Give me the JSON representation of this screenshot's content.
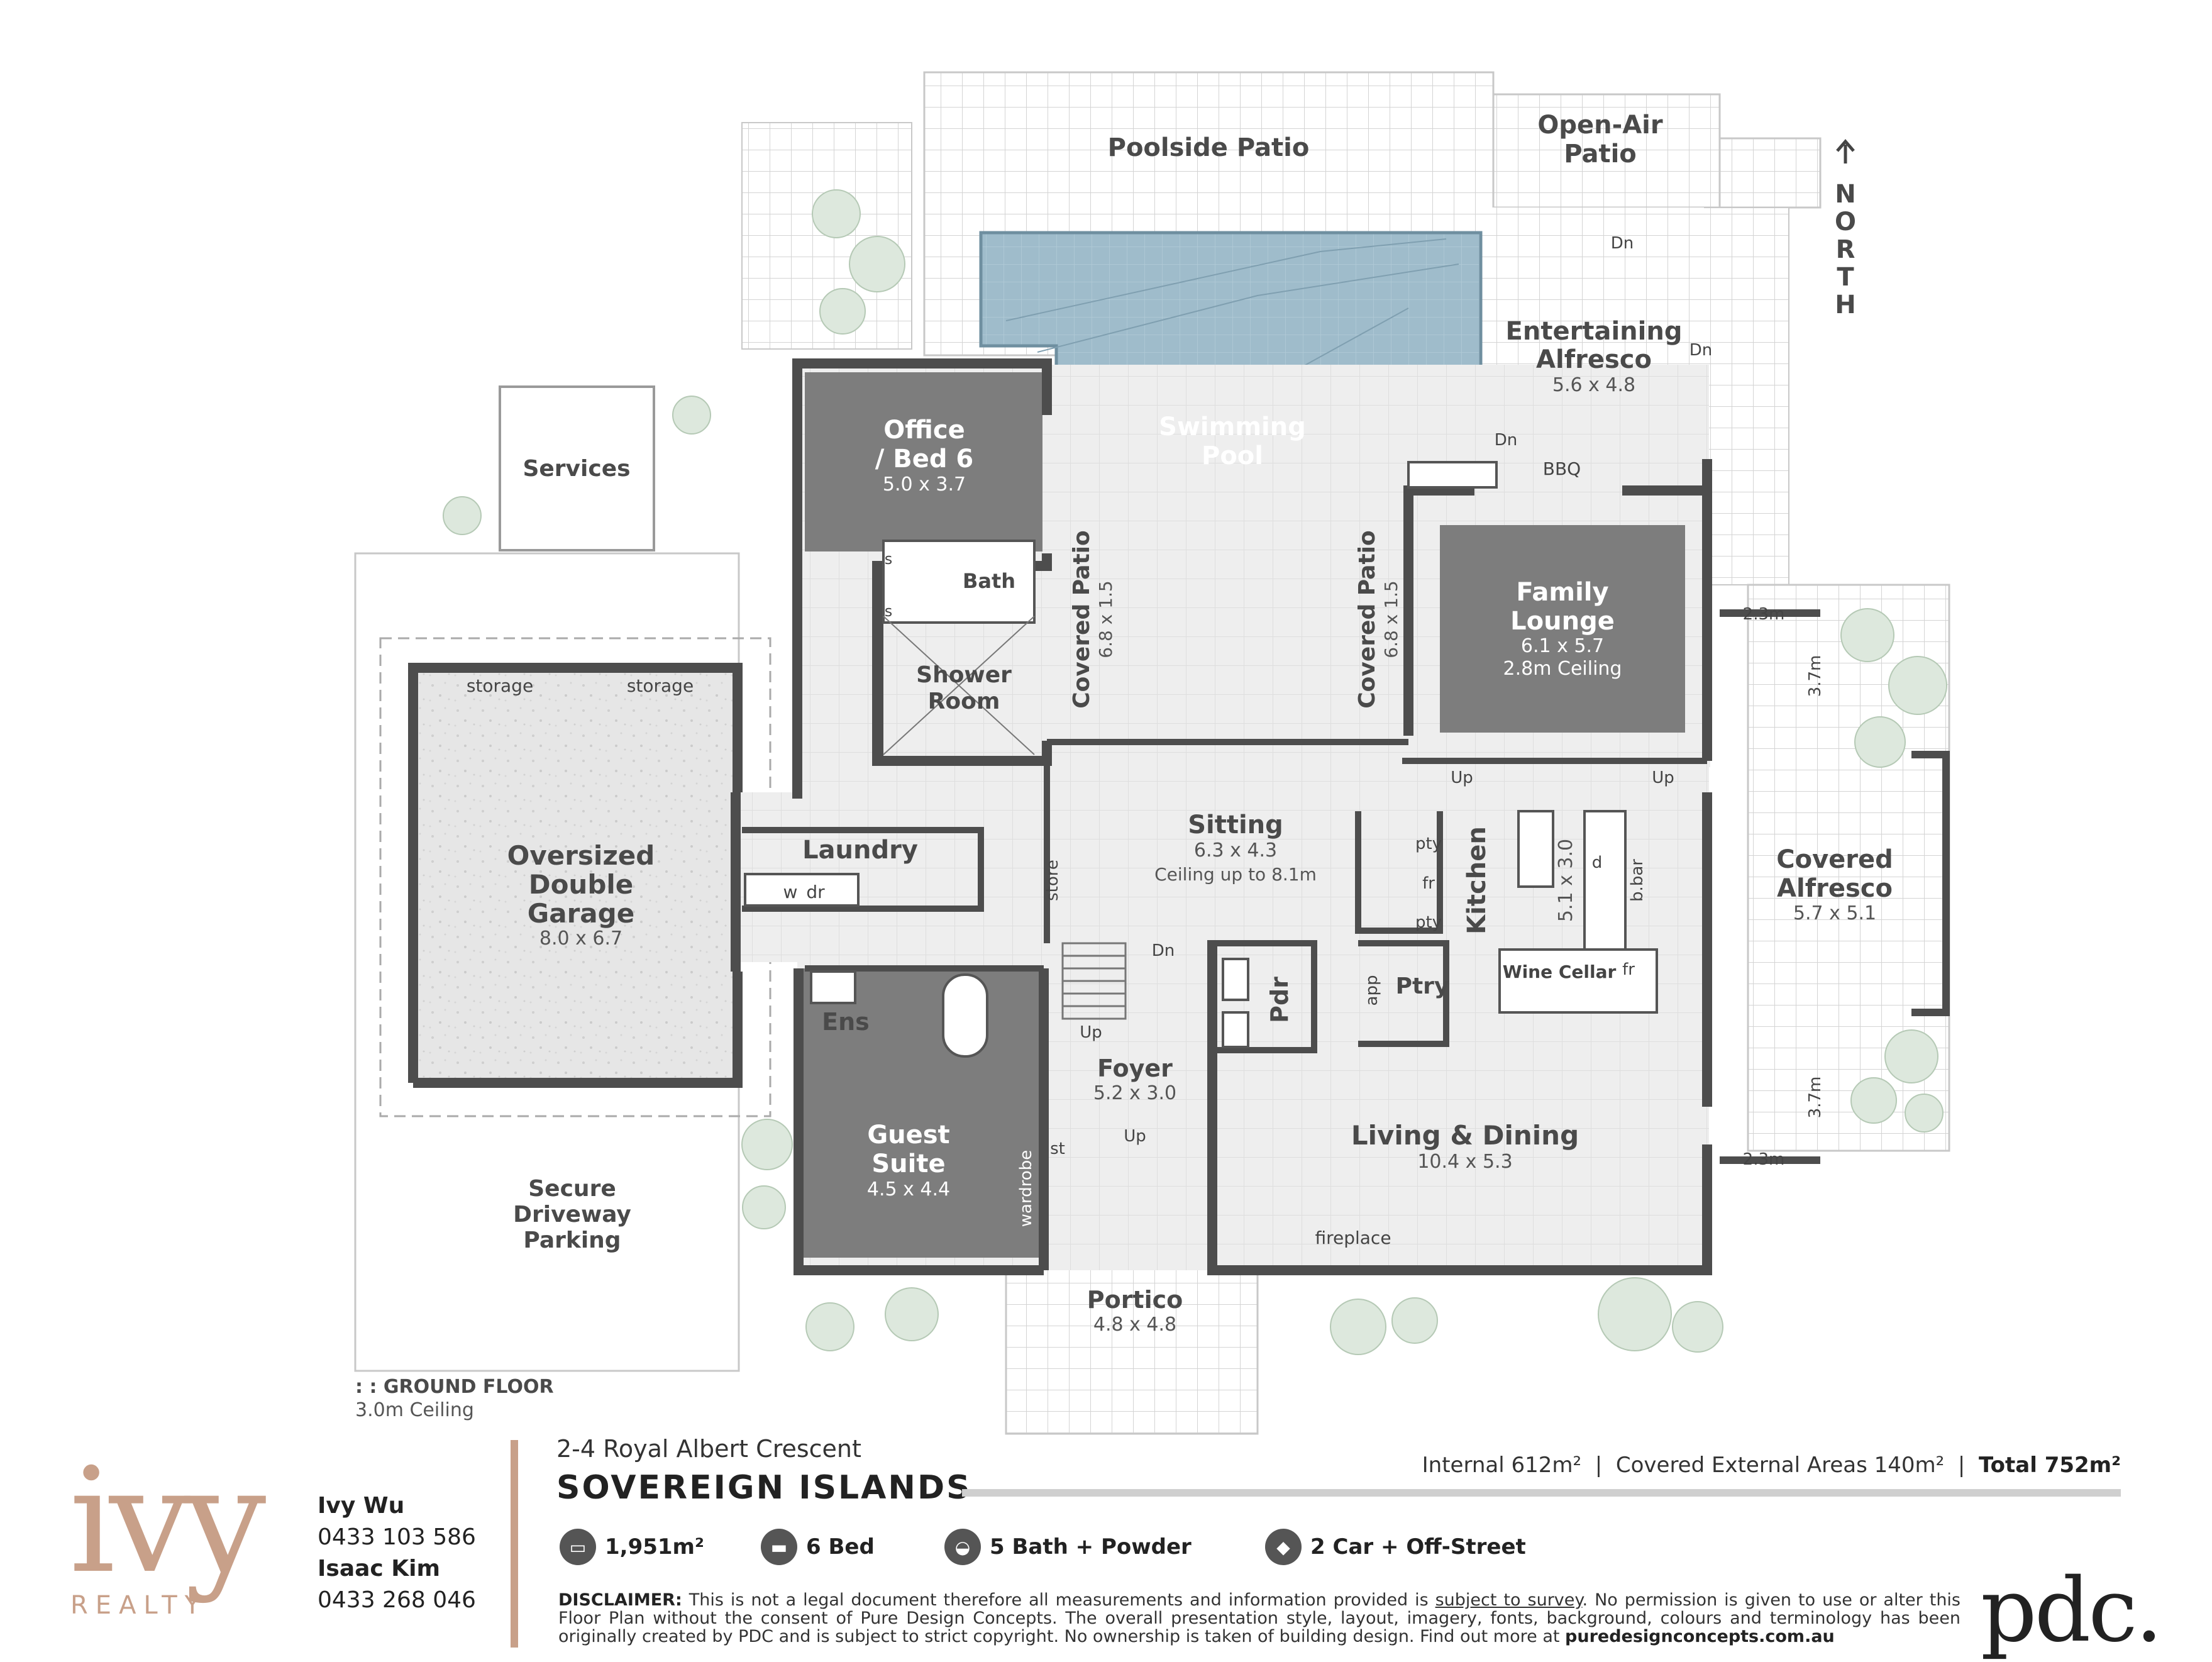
{
  "rooms": {
    "poolside_patio": {
      "name": "Poolside Patio"
    },
    "open_air_patio": {
      "name_1": "Open-Air",
      "name_2": "Patio"
    },
    "north": {
      "letters": [
        "N",
        "O",
        "R",
        "T",
        "H"
      ]
    },
    "entertaining_alfresco": {
      "name_1": "Entertaining",
      "name_2": "Alfresco",
      "dim": "5.6 x 4.8"
    },
    "swimming_pool": {
      "name_1": "Swimming",
      "name_2": "Pool"
    },
    "services": {
      "name": "Services"
    },
    "office_bed6": {
      "name_1": "Office",
      "name_2": "/ Bed 6",
      "dim": "5.0 x 3.7"
    },
    "bath": {
      "name": "Bath"
    },
    "shower_room": {
      "name_1": "Shower",
      "name_2": "Room"
    },
    "covered_patio_left": {
      "name": "Covered Patio",
      "dim": "6.8 x 1.5"
    },
    "covered_patio_right": {
      "name": "Covered Patio",
      "dim": "6.8 x 1.5"
    },
    "family_lounge": {
      "name_1": "Family",
      "name_2": "Lounge",
      "dim": "6.1 x 5.7",
      "ceiling": "2.8m Ceiling"
    },
    "bbq": {
      "label": "BBQ"
    },
    "garage": {
      "name_1": "Oversized",
      "name_2": "Double",
      "name_3": "Garage",
      "dim": "8.0 x 6.7",
      "storage_1": "storage",
      "storage_2": "storage"
    },
    "laundry": {
      "name": "Laundry",
      "w": "w",
      "dr": "dr"
    },
    "sitting": {
      "name": "Sitting",
      "dim": "6.3 x 4.3",
      "ceiling": "Ceiling up to 8.1m"
    },
    "kitchen": {
      "name": "Kitchen",
      "island_dim": "5.1 x 3.0",
      "pty_1": "pty",
      "fr_1": "fr",
      "pty_2": "pty",
      "d": "d",
      "bbar": "b.bar"
    },
    "wine_cellar": {
      "name": "Wine Cellar",
      "fr": "fr"
    },
    "ptry": {
      "name": "Ptry",
      "app": "app"
    },
    "pdr": {
      "name": "Pdr"
    },
    "store": {
      "name": "store"
    },
    "ens": {
      "name": "Ens"
    },
    "foyer": {
      "name": "Foyer",
      "dim": "5.2 x 3.0"
    },
    "guest_suite": {
      "name_1": "Guest",
      "name_2": "Suite",
      "dim": "4.5 x 4.4",
      "wardrobe": "wardrobe"
    },
    "st": {
      "name": "st"
    },
    "living_dining": {
      "name": "Living & Dining",
      "dim": "10.4 x 5.3",
      "fireplace": "fireplace"
    },
    "covered_alfresco": {
      "name_1": "Covered",
      "name_2": "Alfresco",
      "dim": "5.7 x 5.1",
      "d1": "2.3m",
      "d2": "3.7m",
      "d3": "3.7m",
      "d4": "2.3m"
    },
    "driveway": {
      "name_1": "Secure",
      "name_2": "Driveway",
      "name_3": "Parking"
    },
    "portico": {
      "name": "Portico",
      "dim": "4.8 x 4.8"
    },
    "stairs": {
      "up_1": "Up",
      "up_2": "Up",
      "up_3": "Up",
      "up_4": "Up",
      "dn_1": "Dn",
      "dn_2": "Dn",
      "dn_3": "Dn",
      "dn_4": "Dn"
    },
    "s_1": "s",
    "s_2": "s"
  },
  "floor": {
    "label": ": : GROUND FLOOR",
    "ceiling": "3.0m Ceiling"
  },
  "brand": {
    "logo": "ivy",
    "sub": "REALTY"
  },
  "agents": [
    {
      "name": "Ivy Wu",
      "phone": "0433 103 586"
    },
    {
      "name": "Isaac Kim",
      "phone": "0433 268 046"
    }
  ],
  "property": {
    "address": "2-4 Royal Albert Crescent",
    "suburb": "SOVEREIGN ISLANDS",
    "internal": "Internal 612m²",
    "covered_ext": "Covered External Areas 140m²",
    "total": "Total 752m²",
    "sep": "|"
  },
  "features": [
    {
      "icon": "land-icon",
      "glyph": "▭",
      "label": "1,951m²"
    },
    {
      "icon": "bed-icon",
      "glyph": "▬",
      "label": "6 Bed"
    },
    {
      "icon": "bath-icon",
      "glyph": "◒",
      "label": "5 Bath + Powder"
    },
    {
      "icon": "car-icon",
      "glyph": "◆",
      "label": "2 Car + Off-Street"
    }
  ],
  "disclaimer": {
    "head": "DISCLAIMER:",
    "part1": " This is not a legal document therefore all measurements and information provided is ",
    "link": "subject to survey",
    "part2": ". No permission is given to use or alter this Floor Plan without the consent of Pure Design Concepts. The overall presentation style, layout, imagery, fonts, background, colours and terminology has been originally created by PDC and is subject to strict copyright. No ownership is taken of building design. Find out more at ",
    "site": "puredesignconcepts.com.au"
  },
  "pdc_logo": "pdc.",
  "colors": {
    "wall": "#4d4d4d",
    "tile": "#efefef",
    "grid": "#d6d6d6",
    "pool": "#9cb9c9",
    "dark_room": "#7d7d7d",
    "brand": "#c8a089"
  }
}
